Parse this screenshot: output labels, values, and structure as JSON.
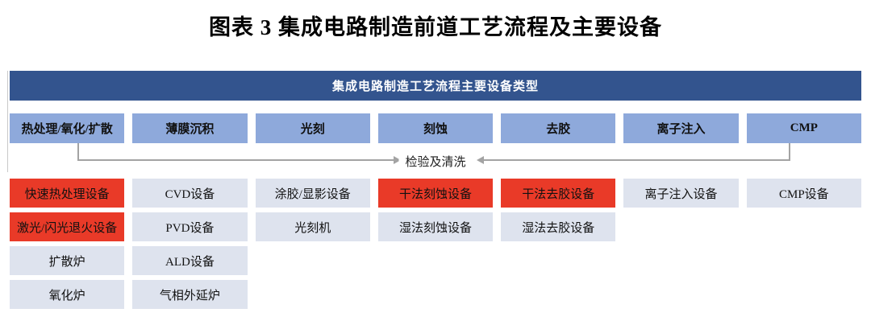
{
  "title": "图表 3  集成电路制造前道工艺流程及主要设备",
  "banner": {
    "label": "集成电路制造工艺流程主要设备类型"
  },
  "inspection": {
    "label": "检验及清洗"
  },
  "colors": {
    "dark_blue": "#33548E",
    "category_blue": "#8EA9DB",
    "box_blue": "#DEE3EE",
    "highlight_red": "#E93A28",
    "arrow_gray": "#A3A3A3",
    "text_black": "#1A1A1A"
  },
  "columns": [
    {
      "category": "热处理/氧化/扩散",
      "equipment": [
        {
          "label": "快速热处理设备",
          "highlight": true
        },
        {
          "label": "激光/闪光退火设备",
          "highlight": true
        },
        {
          "label": "扩散炉",
          "highlight": false
        },
        {
          "label": "氧化炉",
          "highlight": false
        }
      ]
    },
    {
      "category": "薄膜沉积",
      "equipment": [
        {
          "label": "CVD设备",
          "highlight": false
        },
        {
          "label": "PVD设备",
          "highlight": false
        },
        {
          "label": "ALD设备",
          "highlight": false
        },
        {
          "label": "气相外延炉",
          "highlight": false
        }
      ]
    },
    {
      "category": "光刻",
      "equipment": [
        {
          "label": "涂胶/显影设备",
          "highlight": false
        },
        {
          "label": "光刻机",
          "highlight": false
        }
      ]
    },
    {
      "category": "刻蚀",
      "equipment": [
        {
          "label": "干法刻蚀设备",
          "highlight": true
        },
        {
          "label": "湿法刻蚀设备",
          "highlight": false
        }
      ]
    },
    {
      "category": "去胶",
      "equipment": [
        {
          "label": "干法去胶设备",
          "highlight": true
        },
        {
          "label": "湿法去胶设备",
          "highlight": false
        }
      ]
    },
    {
      "category": "离子注入",
      "equipment": [
        {
          "label": "离子注入设备",
          "highlight": false
        }
      ]
    },
    {
      "category": "CMP",
      "equipment": [
        {
          "label": "CMP设备",
          "highlight": false
        }
      ]
    }
  ]
}
